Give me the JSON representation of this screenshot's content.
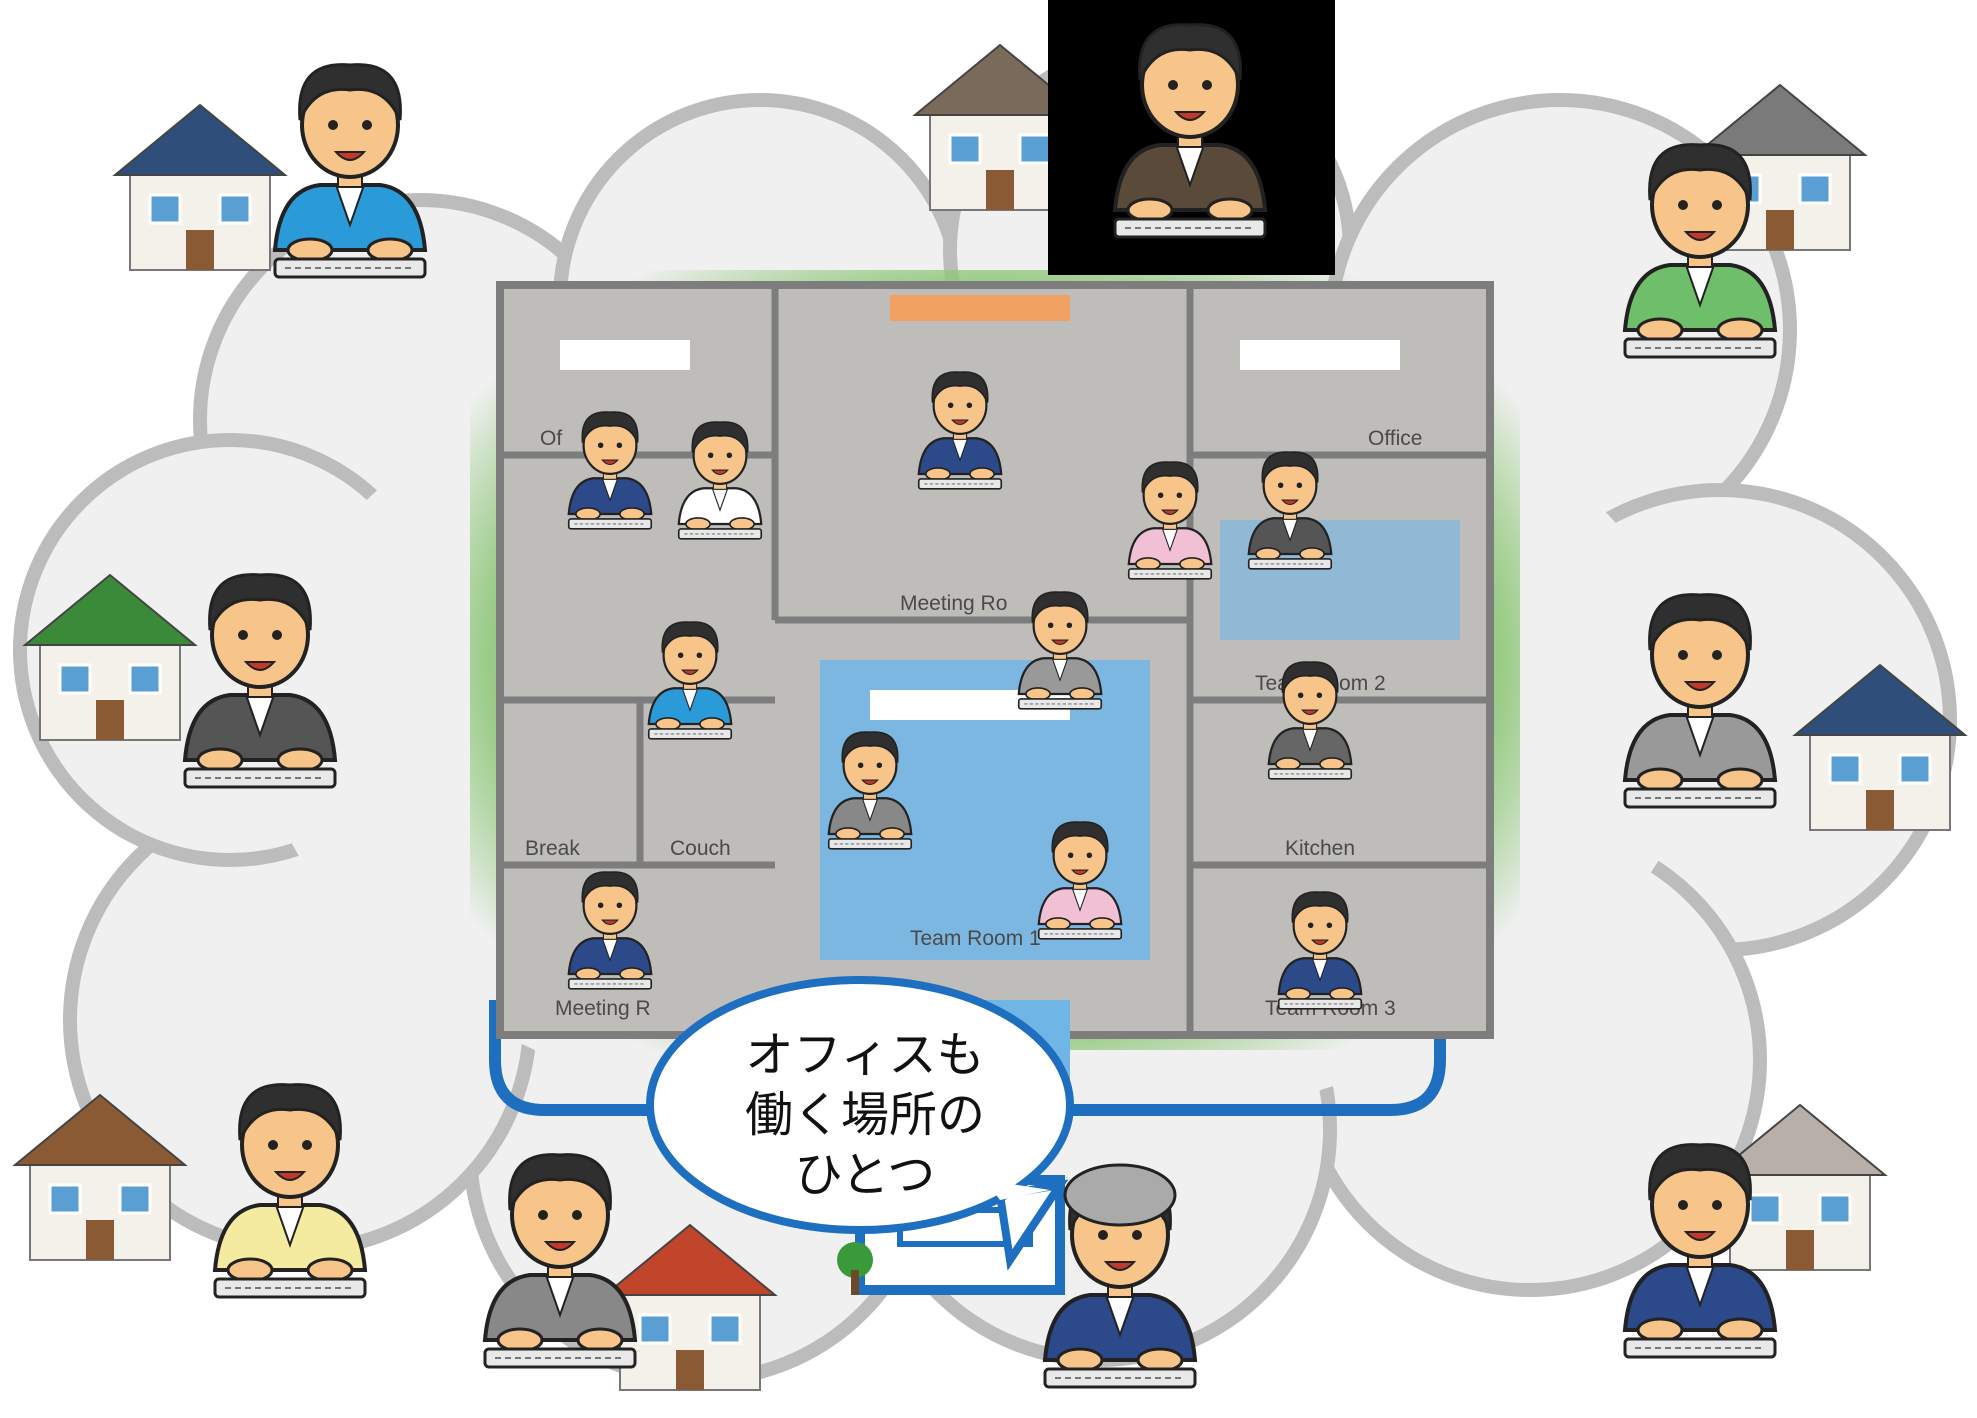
{
  "speech_bubble": {
    "lines": [
      "オフィスも",
      "働く場所の",
      "ひとつ"
    ]
  },
  "office_rooms": [
    {
      "label": "Of"
    },
    {
      "label": "Office"
    },
    {
      "label": "Meeting Ro"
    },
    {
      "label": "Team Room 2"
    },
    {
      "label": "Break"
    },
    {
      "label": "Couch"
    },
    {
      "label": "Kitchen"
    },
    {
      "label": "Team Room 1"
    },
    {
      "label": "Meeting R"
    },
    {
      "label": "Team Room 3"
    }
  ],
  "colors": {
    "cloud_fill": "#f0f0f0",
    "cloud_stroke": "#bcbcbc",
    "connector": "#1f6fc0",
    "floor": "#bfbdba",
    "wall": "#7d7d7d",
    "carpet_blue": "#6fb6e6",
    "office_glow": "#8fc77a"
  },
  "icons": [
    "house-icon",
    "worker-icon",
    "keyboard-icon",
    "office-building-icon",
    "tree-icon"
  ]
}
